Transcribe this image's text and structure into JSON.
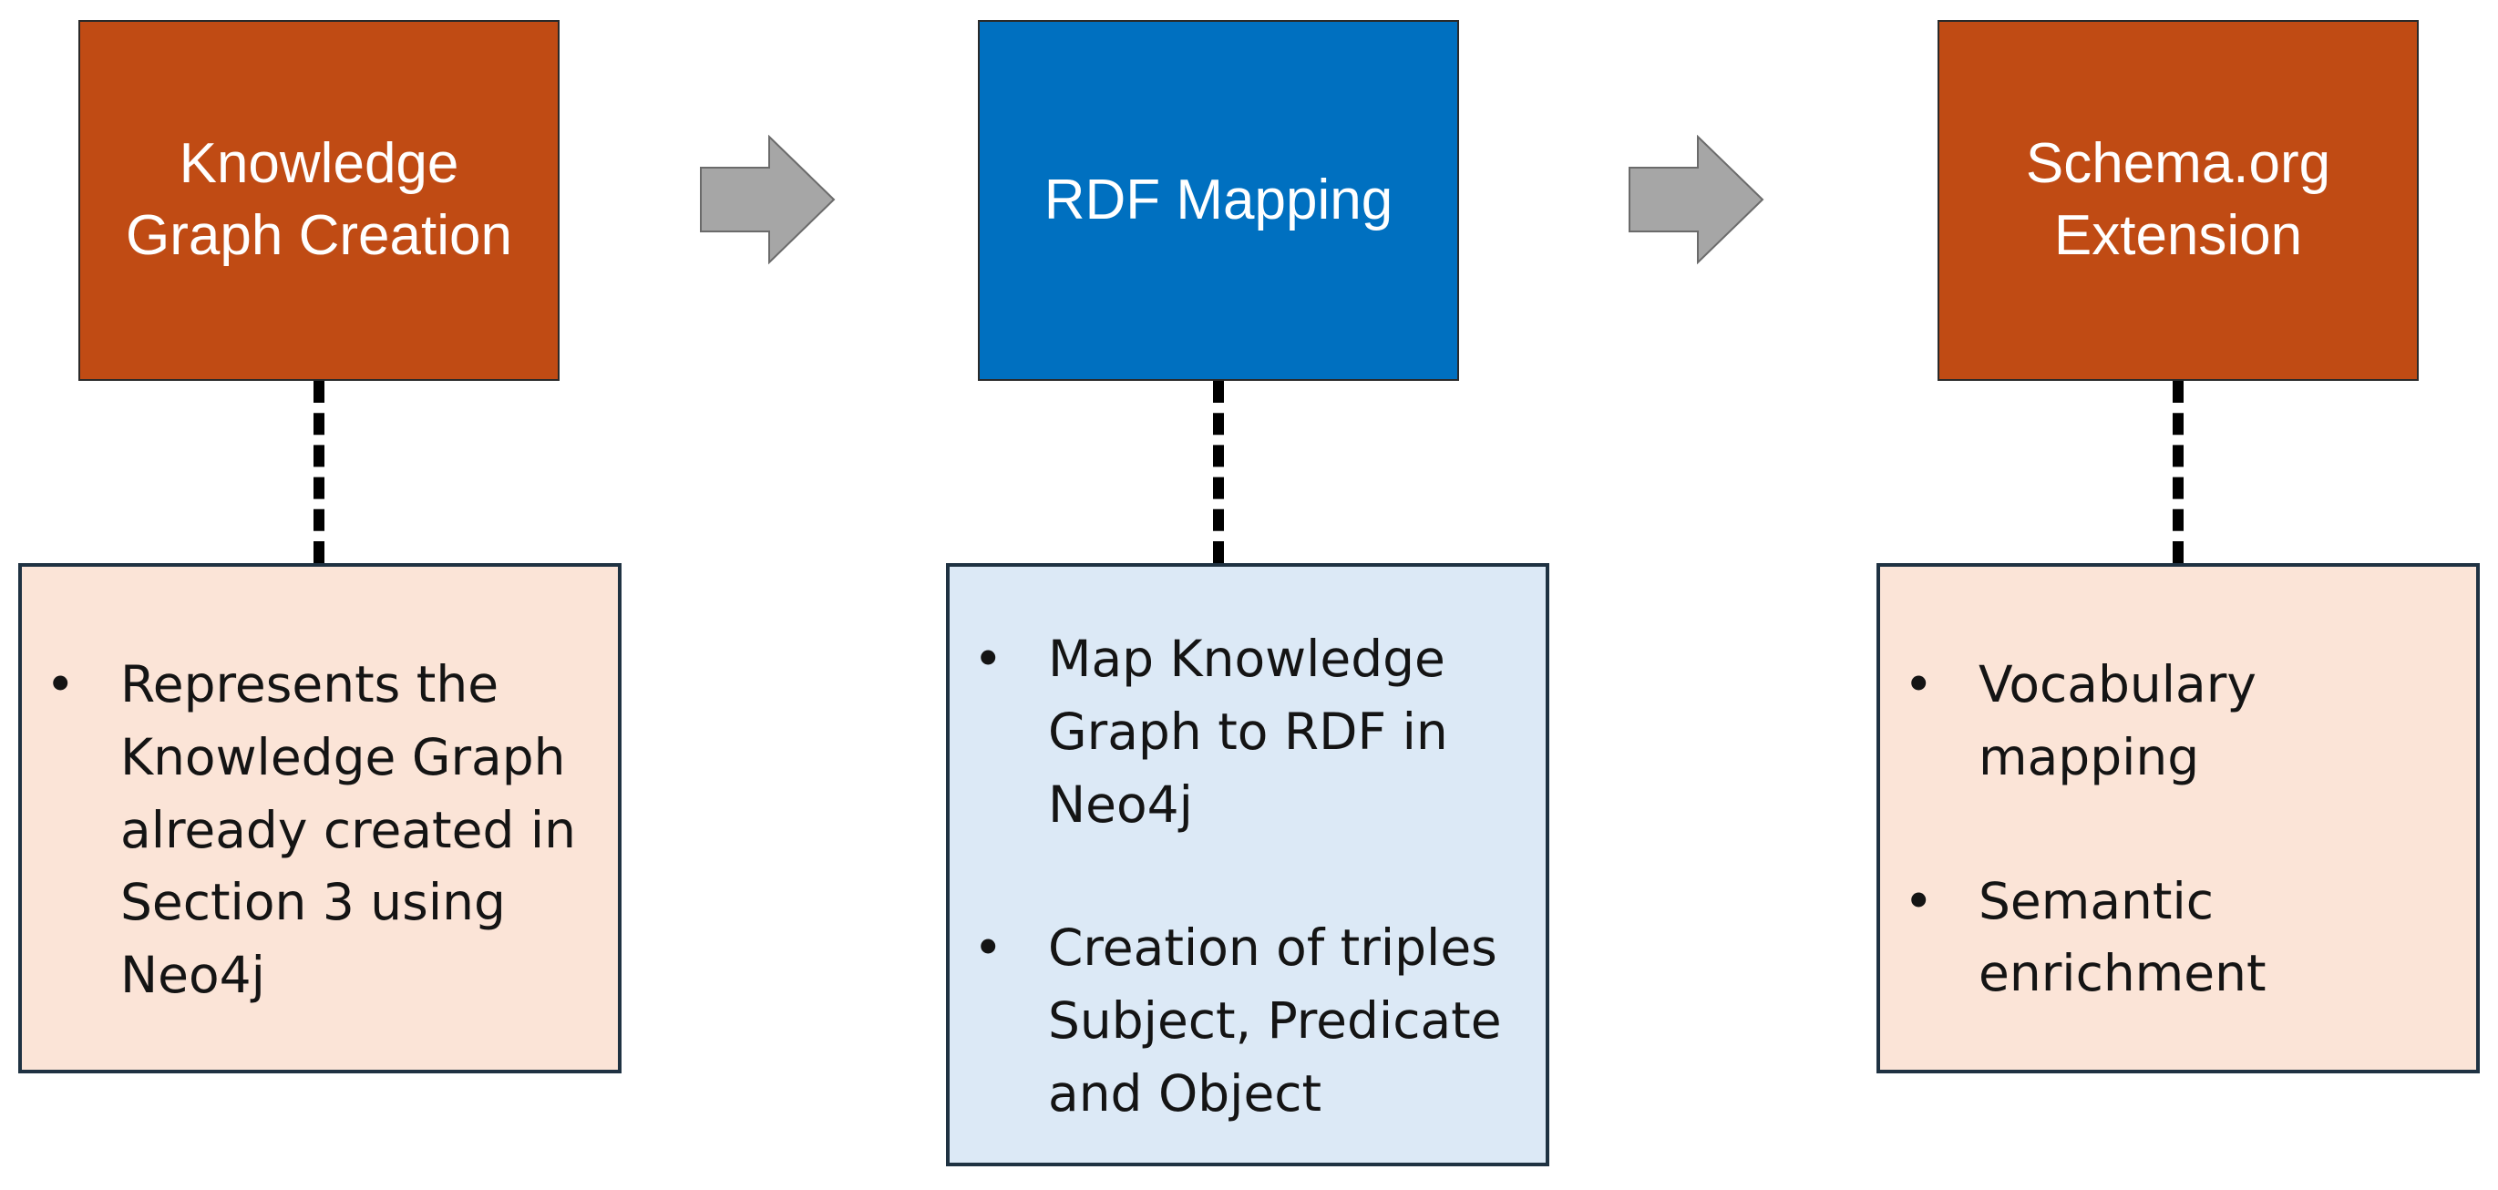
{
  "colors": {
    "stage_orange": "#c04b14",
    "stage_blue": "#0070c0",
    "detail_peach": "#fbe4d7",
    "detail_blue": "#dce9f6",
    "arrow_fill": "#a6a6a6",
    "connector": "#000000"
  },
  "stages": [
    {
      "title_lines": [
        "Knowledge",
        "Graph Creation"
      ],
      "details": [
        [
          "Represents the",
          "Knowledge Graph",
          "already created in",
          "Section 3 using",
          "Neo4j"
        ]
      ]
    },
    {
      "title_lines": [
        "RDF Mapping"
      ],
      "details": [
        [
          "Map Knowledge",
          "Graph to RDF in",
          "Neo4j"
        ],
        [
          "Creation of triples",
          "Subject, Predicate",
          "and Object"
        ]
      ]
    },
    {
      "title_lines": [
        "Schema.org",
        "Extension"
      ],
      "details": [
        [
          "Vocabulary",
          "mapping"
        ],
        [
          "Semantic",
          "enrichment"
        ]
      ]
    }
  ],
  "bullet_glyph": "•",
  "icons": {
    "flow_arrow": "right-arrow-icon"
  }
}
